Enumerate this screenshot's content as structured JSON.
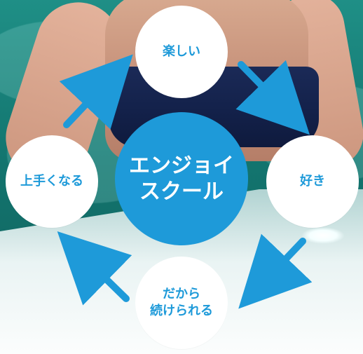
{
  "diagram": {
    "center": {
      "line1": "エンジョイ",
      "line2": "スクール"
    },
    "cycle": {
      "top": "楽しい",
      "right": "好き",
      "bottom": {
        "line1": "だから",
        "line2": "続けられる"
      },
      "left": "上手くなる"
    }
  },
  "colors": {
    "accent": "#1e9ad9",
    "circle_fill": "#ffffff",
    "circle_text": "#1e9ad9"
  }
}
